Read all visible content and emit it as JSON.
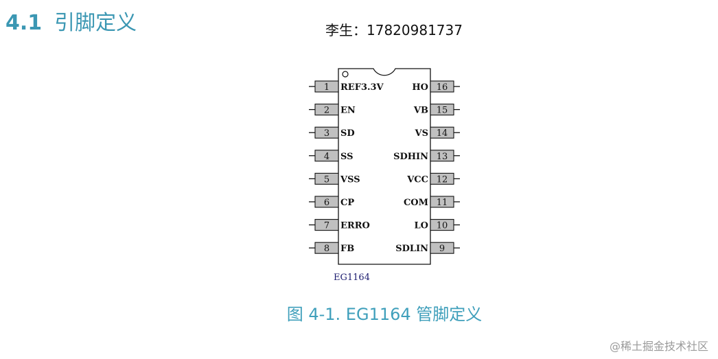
{
  "section": {
    "number": "4.1",
    "title": "引脚定义"
  },
  "contact": "李生：17820981737",
  "chip": {
    "part_name": "EG1164",
    "left_pins": [
      {
        "num": "1",
        "label": "REF3.3V"
      },
      {
        "num": "2",
        "label": "EN"
      },
      {
        "num": "3",
        "label": "SD"
      },
      {
        "num": "4",
        "label": "SS"
      },
      {
        "num": "5",
        "label": "VSS"
      },
      {
        "num": "6",
        "label": "CP"
      },
      {
        "num": "7",
        "label": "ERRO"
      },
      {
        "num": "8",
        "label": "FB"
      }
    ],
    "right_pins": [
      {
        "num": "16",
        "label": "HO"
      },
      {
        "num": "15",
        "label": "VB"
      },
      {
        "num": "14",
        "label": "VS"
      },
      {
        "num": "13",
        "label": "SDHIN"
      },
      {
        "num": "12",
        "label": "VCC"
      },
      {
        "num": "11",
        "label": "COM"
      },
      {
        "num": "10",
        "label": "LO"
      },
      {
        "num": "9",
        "label": "SDLIN"
      }
    ]
  },
  "caption": "图 4-1. EG1164 管脚定义",
  "watermark": "@稀土掘金技术社区",
  "colors": {
    "heading": "#3b97b3",
    "caption": "#3f9fbb",
    "pin_fill": "#c0c0c0"
  }
}
